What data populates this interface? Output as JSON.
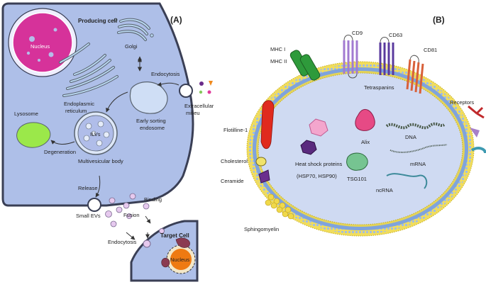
{
  "panels": {
    "a_label": "(A)",
    "b_label": "(B)"
  },
  "panel_a": {
    "producing_cell": "Producing cell",
    "nucleus": "Nucleus",
    "golgi": "Golgi",
    "endocytosis_top": "Endocytosis",
    "extracellular_1": "Extracellular",
    "extracellular_2": "milieu",
    "er_1": "Endoplasmic",
    "er_2": "reticulum",
    "early_sorting_1": "Early sorting",
    "early_sorting_2": "endosome",
    "lysosome": "Lysosome",
    "ilvs": "ILVs",
    "degeneration": "Degeneration",
    "mvb": "Multivesicular body",
    "release": "Release",
    "small_evs": "Small EVs",
    "binding": "Binding",
    "fusion": "Fusion",
    "endocytosis_bottom": "Endocytosis",
    "target_cell": "Target Cell",
    "target_nucleus": "Nucleus"
  },
  "panel_b": {
    "cd9": "CD9",
    "cd63": "CD63",
    "cd81": "CD81",
    "mhc1": "MHC I",
    "mhc2": "MHC II",
    "tetraspanins": "Tetraspanins",
    "receptors": "Receptors",
    "flotillin": "Flotilline-1",
    "hsp_1": "Heat shock proteins",
    "hsp_2": "(HSP70, HSP90)",
    "alix": "Alix",
    "dna": "DNA",
    "mrna": "mRNA",
    "tsg101": "TSG101",
    "ncrna": "ncRNA",
    "cholesterol": "Cholesterol",
    "ceramide": "Ceramide",
    "sphingomyelin": "Sphingomyelin"
  },
  "colors": {
    "cell_fill": "#aebfe8",
    "cell_stroke": "#3a3f55",
    "nucleus_fill": "#d6329a",
    "membrane_blue": "#7fa3dd",
    "membrane_head": "#e9df5a",
    "lysosome": "#9be84a",
    "mhc_green": "#2e9a3b",
    "flotillin_red": "#e02a1e",
    "hsp_pink": "#f3a6cd",
    "hsp_purple": "#5a2a7e",
    "alix_pink": "#e64a85",
    "tsg_green": "#76c491",
    "target_nucleus": "#ee7a12"
  }
}
